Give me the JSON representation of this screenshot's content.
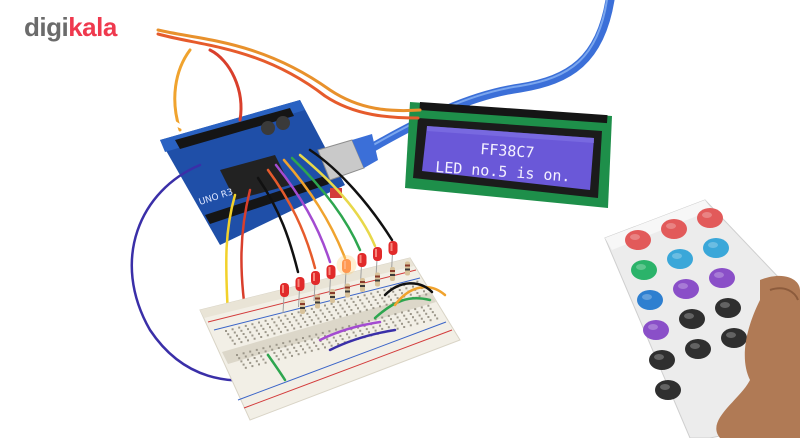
{
  "logo": {
    "part1": "digi",
    "part2": "kala"
  },
  "lcd": {
    "line1": "FF38C7",
    "line2": "LED no.5 is on."
  },
  "colors": {
    "brand_red": "#ef394e",
    "board_blue": "#1f4fa8",
    "lcd_screen": "#6a58d8",
    "remote_white": "#ececec",
    "usb_cable": "#3b6fd8"
  },
  "remote": {
    "buttons": [
      {
        "color": "#e25a5a",
        "icon": "button"
      },
      {
        "color": "#e25a5a",
        "icon": "button"
      },
      {
        "color": "#e25a5a",
        "icon": "button"
      },
      {
        "color": "#2bb36a",
        "icon": "button"
      },
      {
        "color": "#3aa7d9",
        "icon": "button"
      },
      {
        "color": "#3aa7d9",
        "icon": "button"
      },
      {
        "color": "#2e7fd0",
        "icon": "button"
      },
      {
        "color": "#8a4fc8",
        "icon": "button"
      },
      {
        "color": "#8a4fc8",
        "icon": "button"
      },
      {
        "color": "#8a4fc8",
        "icon": "button"
      },
      {
        "color": "#2f2f2f",
        "icon": "button"
      },
      {
        "color": "#2f2f2f",
        "icon": "button"
      },
      {
        "color": "#2f2f2f",
        "icon": "button"
      },
      {
        "color": "#2f2f2f",
        "icon": "button"
      },
      {
        "color": "#2f2f2f",
        "icon": "button"
      },
      {
        "color": "#2f2f2f",
        "icon": "button"
      }
    ]
  }
}
